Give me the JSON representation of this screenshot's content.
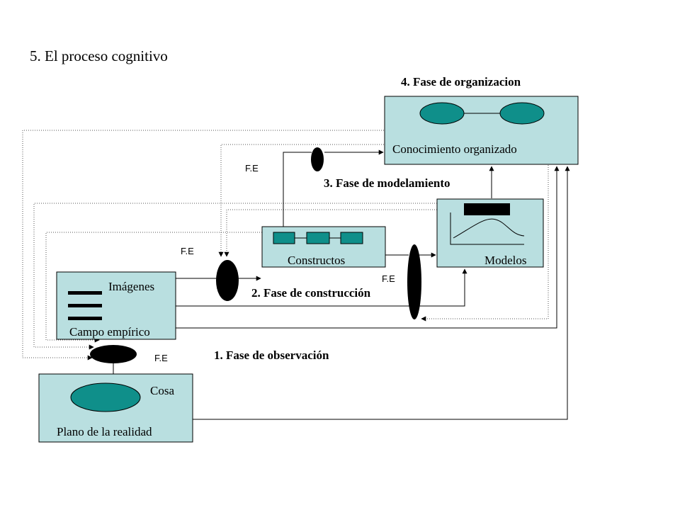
{
  "title": "5. El proceso cognitivo",
  "phases": {
    "organizacion": "4. Fase de organizacion",
    "modelamiento": "3. Fase de modelamiento",
    "construccion": "2. Fase de construcción",
    "observacion": "1. Fase de observación"
  },
  "boxes": {
    "conocimiento": "Conocimiento organizado",
    "constructos": "Constructos",
    "modelos": "Modelos",
    "imagenes": "Imágenes",
    "campo": "Campo empírico",
    "cosa": "Cosa",
    "plano": "Plano de la realidad"
  },
  "fe_labels": [
    "F.E",
    "F.E",
    "F.E",
    "F.E"
  ],
  "colors": {
    "box_fill": "#b9dfe0",
    "teal": "#0f8f8a",
    "black": "#000000"
  }
}
